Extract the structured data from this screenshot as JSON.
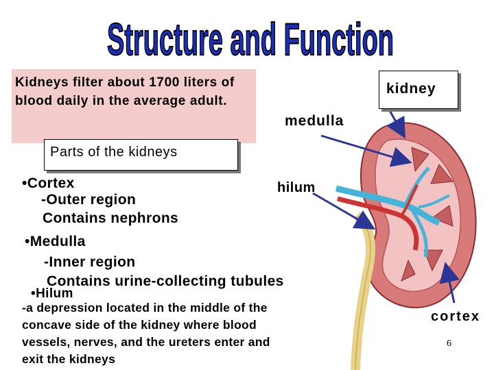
{
  "title": "Structure and Function",
  "info_box": "Kidneys filter about 1700 liters of blood daily in the average adult.",
  "parts_box": "Parts of the kidneys",
  "labels": {
    "kidney": "kidney",
    "medulla": "medulla",
    "hilum": "hilum",
    "cortex": "cortex"
  },
  "parts": {
    "cortex": {
      "bullet": "•",
      "name": "Cortex",
      "line1": "-Outer region",
      "line2": "Contains nephrons"
    },
    "medulla": {
      "bullet": "•",
      "name": "Medulla",
      "line1": "-Inner region",
      "line2": "Contains urine-collecting tubules"
    },
    "hilum": {
      "bullet": "•",
      "name": "Hilum",
      "desc_lines": [
        "-a depression located in the middle of the",
        "concave side of the kidney where blood",
        "vessels, nerves, and the ureters enter and",
        "exit the kidneys"
      ]
    }
  },
  "page_number": "6",
  "colors": {
    "title_fill": "#1a2fb8",
    "info_box_bg": "#f5cccc",
    "arrow": "#2b3594",
    "kidney_outer": "#d97a7a",
    "kidney_inner": "#f3c3c3",
    "vessel_blue": "#45b4d8",
    "vessel_red": "#cc3333"
  }
}
